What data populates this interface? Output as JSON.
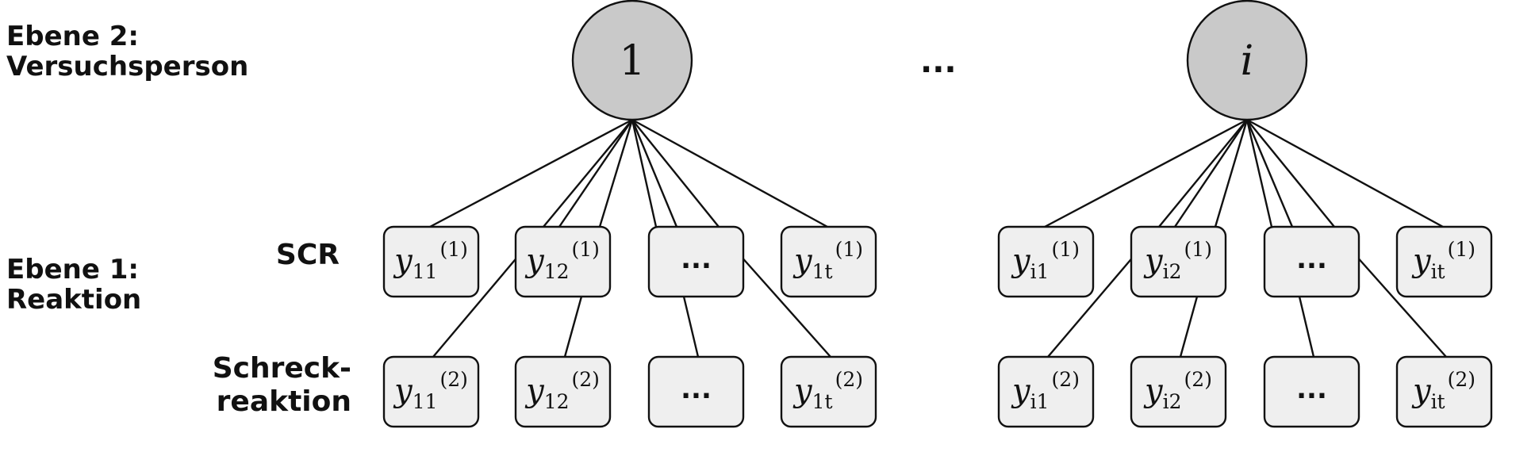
{
  "labels": {
    "level2_line1": "Ebene 2:",
    "level2_line2": "Versuchsperson",
    "level1_line1": "Ebene 1:",
    "level1_line2": "Reaktion",
    "row_scr": "SCR",
    "row_schreck_line1": "Schreck-",
    "row_schreck_line2": "reaktion",
    "between_subjects": "..."
  },
  "colors": {
    "node_fill": "#c9c9c9",
    "box_fill": "#efefef",
    "stroke": "#111111"
  },
  "subjects": [
    {
      "id": "subject-1",
      "symbol": "1",
      "scr_boxes": [
        {
          "base": "y",
          "sub": "11",
          "sup": "(1)"
        },
        {
          "base": "y",
          "sub": "12",
          "sup": "(1)"
        },
        {
          "base": "...",
          "sub": "",
          "sup": ""
        },
        {
          "base": "y",
          "sub": "1t",
          "sup": "(1)"
        }
      ],
      "schreck_boxes": [
        {
          "base": "y",
          "sub": "11",
          "sup": "(2)"
        },
        {
          "base": "y",
          "sub": "12",
          "sup": "(2)"
        },
        {
          "base": "...",
          "sub": "",
          "sup": ""
        },
        {
          "base": "y",
          "sub": "1t",
          "sup": "(2)"
        }
      ]
    },
    {
      "id": "subject-i",
      "symbol": "i",
      "scr_boxes": [
        {
          "base": "y",
          "sub": "i1",
          "sup": "(1)"
        },
        {
          "base": "y",
          "sub": "i2",
          "sup": "(1)"
        },
        {
          "base": "...",
          "sub": "",
          "sup": ""
        },
        {
          "base": "y",
          "sub": "it",
          "sup": "(1)"
        }
      ],
      "schreck_boxes": [
        {
          "base": "y",
          "sub": "i1",
          "sup": "(2)"
        },
        {
          "base": "y",
          "sub": "i2",
          "sup": "(2)"
        },
        {
          "base": "...",
          "sub": "",
          "sup": ""
        },
        {
          "base": "y",
          "sub": "it",
          "sup": "(2)"
        }
      ]
    }
  ]
}
